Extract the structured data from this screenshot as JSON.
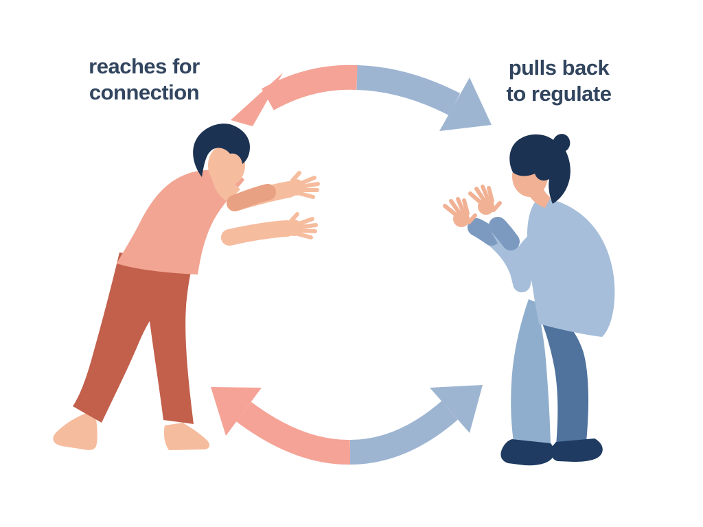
{
  "diagram": {
    "type": "cycle",
    "background": "#FFFFFF",
    "left_label": {
      "line1": "reaches for",
      "line2": "connection"
    },
    "right_label": {
      "line1": "pulls back",
      "line2": "to regulate"
    },
    "cycle": {
      "top_arrow": {
        "shape": "arc, double-headed",
        "left_half_color": "pink",
        "right_half_color": "blue"
      },
      "bottom_arrow": {
        "shape": "arc, double-headed",
        "left_half_color": "pink",
        "right_half_color": "blue"
      }
    },
    "people": {
      "left": {
        "role": "reaches for connection",
        "pose": "leaning forward, arms extended"
      },
      "right": {
        "role": "pulls back to regulate",
        "pose": "leaning back, hands raised"
      }
    },
    "colors": {
      "text": "#32455F",
      "arrowPink": "#F5A396",
      "arrowBlue": "#9EB5D2",
      "hair": "#1C3252",
      "skinLeft": "#F6BC9E",
      "skinShadowLeft": "#E8A183",
      "skinRight": "#F1B194",
      "shirt": "#F2A593",
      "pantsLeft": "#C2604C",
      "sweater": "#A6BEDA",
      "sweaterDark": "#7C9AC0",
      "pantsFront": "#8FAECD",
      "pantsBack": "#4F739D",
      "shoes": "#1F3B61"
    }
  }
}
